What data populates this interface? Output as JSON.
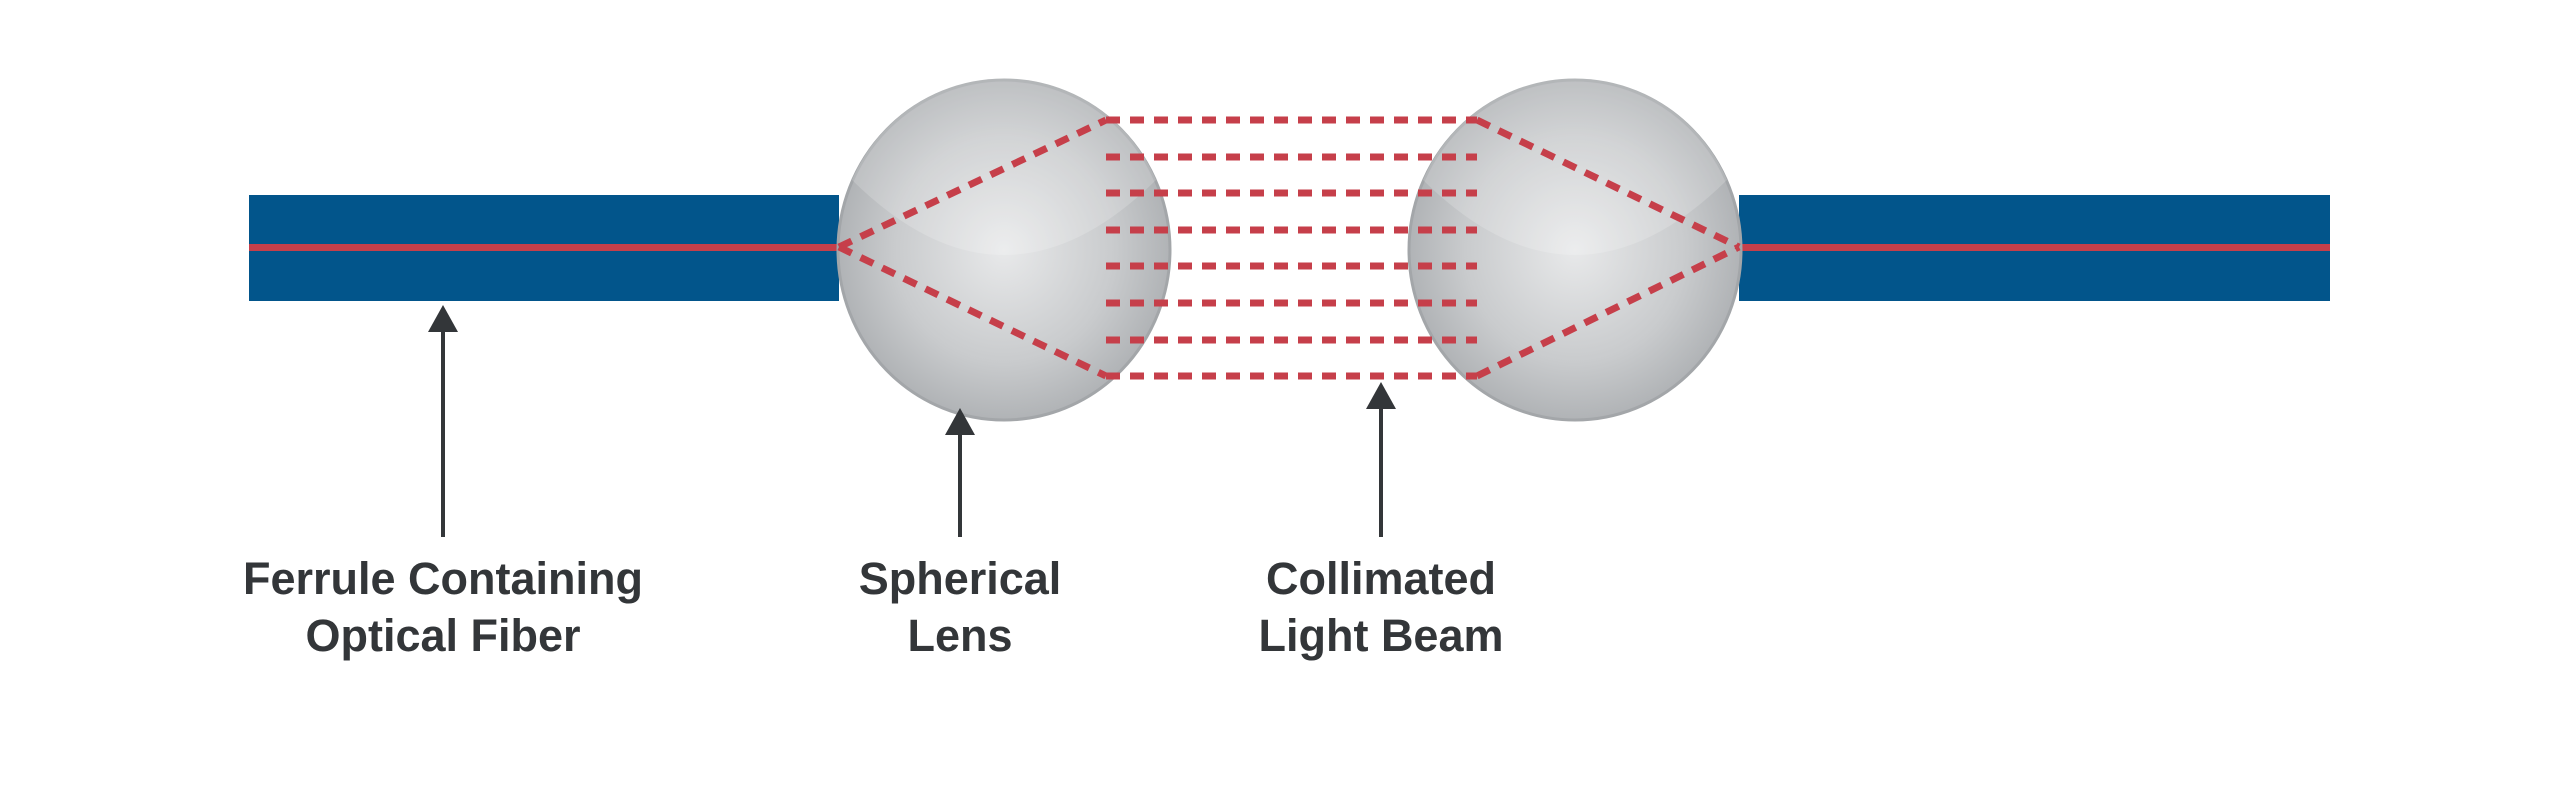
{
  "labels": {
    "ferrule": [
      "Ferrule Containing",
      "Optical Fiber"
    ],
    "lens": [
      "Spherical",
      "Lens"
    ],
    "beam": [
      "Collimated",
      "Light Beam"
    ]
  },
  "colors": {
    "ferrule": "#02558b",
    "fiber_light": "#c63f4a",
    "arrow_text": "#333639",
    "lens": "#c4c6c9"
  }
}
